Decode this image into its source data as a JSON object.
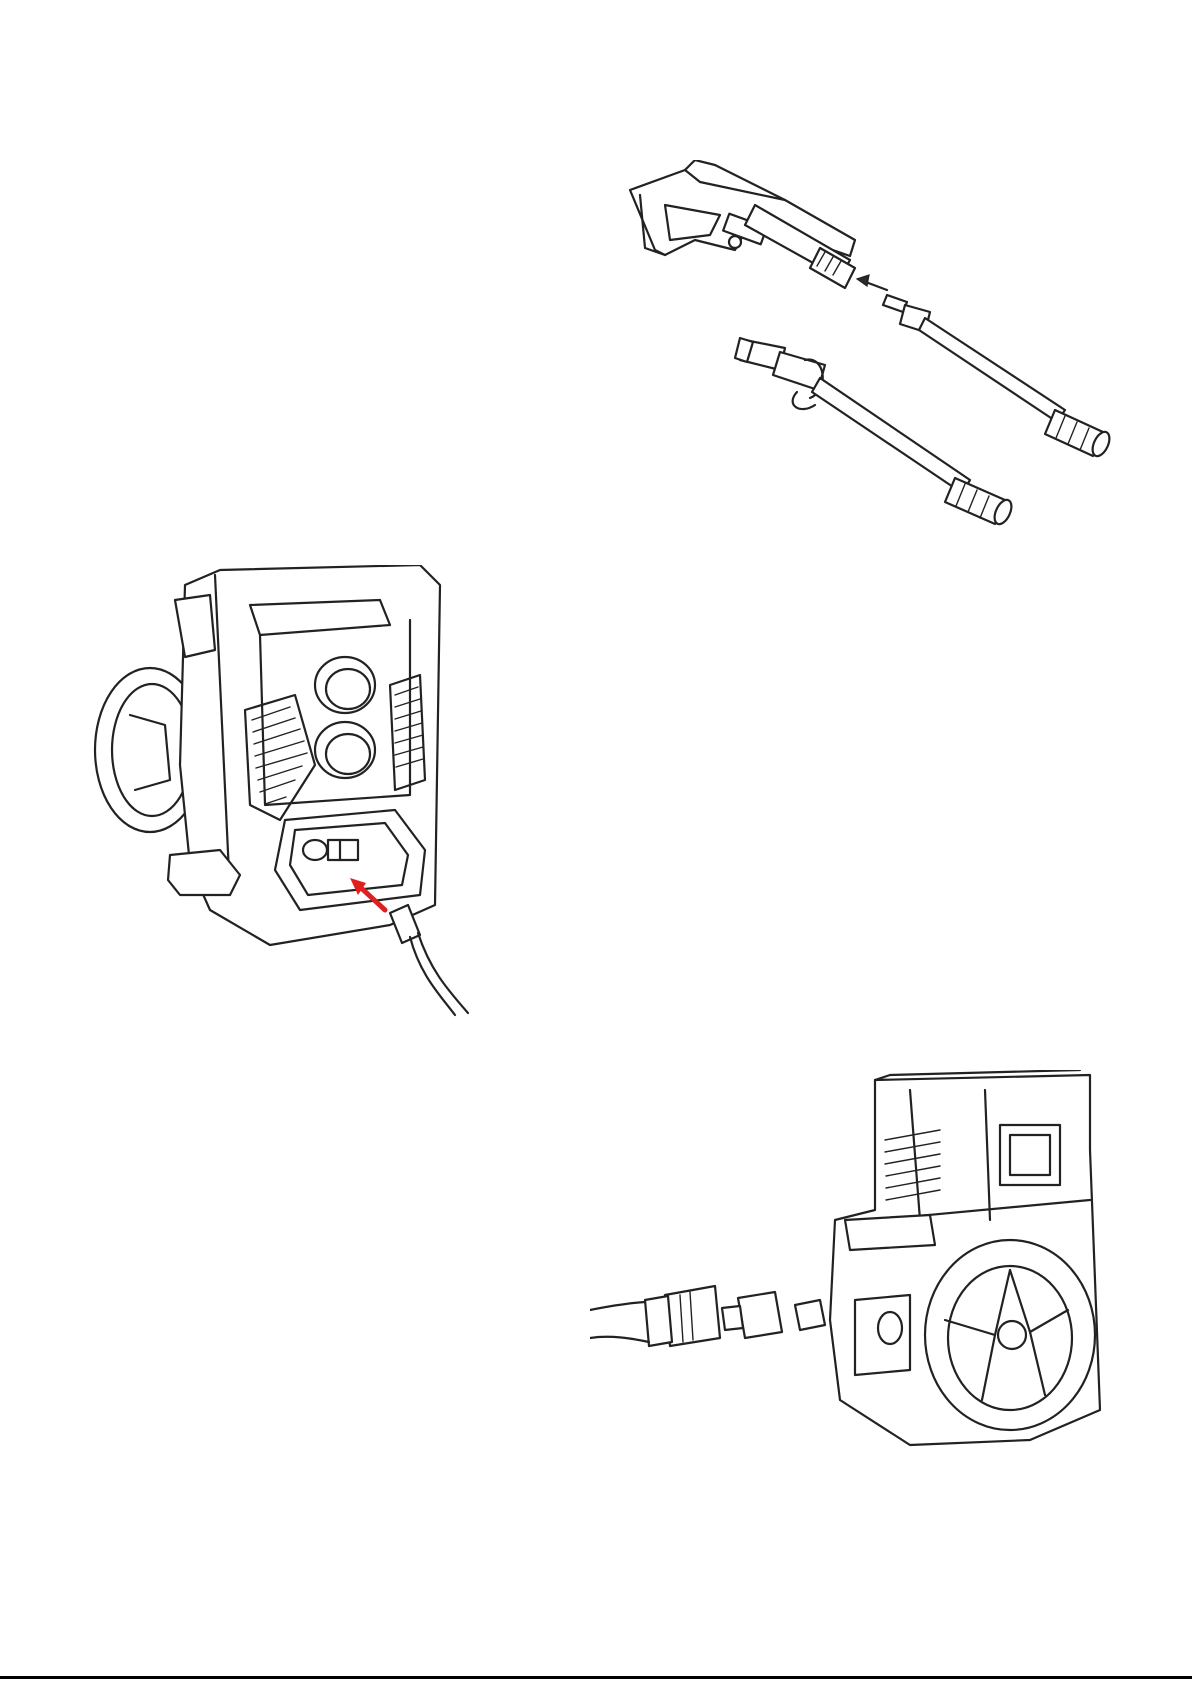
{
  "page": {
    "background": "#ffffff",
    "rule_color": "#000000",
    "accent_arrow": "#e02020"
  },
  "figures": [
    {
      "id": "spray-gun-lance-assembly",
      "icon": "spray-gun-lance-icon"
    },
    {
      "id": "hose-to-outlet-connection",
      "icon": "pressure-washer-front-icon"
    },
    {
      "id": "water-inlet-hose-connection",
      "icon": "pressure-washer-side-icon"
    }
  ]
}
